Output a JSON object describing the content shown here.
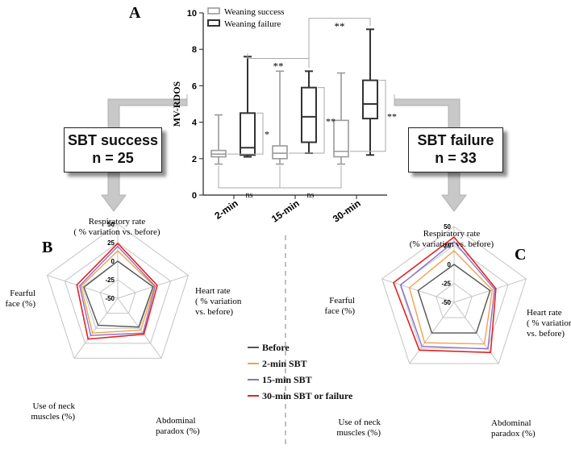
{
  "panels": {
    "a_letter": "A",
    "b_letter": "B",
    "c_letter": "C"
  },
  "sbt_success": {
    "line1": "SBT success",
    "line2": "n = 25"
  },
  "sbt_failure": {
    "line1": "SBT failure",
    "line2": "n = 33"
  },
  "colors": {
    "before": "#555555",
    "two_min": "#f5a04a",
    "fifteen_min": "#8a70c8",
    "thirty_min": "#e52222",
    "success_box": "#9a9a9a",
    "failure_box": "#333333",
    "arrow": "#c8c8c8"
  },
  "chart_data": [
    {
      "type": "box",
      "ylabel": "MV-RDOS",
      "ylim": [
        0,
        10
      ],
      "yticks": [
        0,
        2,
        4,
        6,
        8,
        10
      ],
      "categories": [
        "2-min",
        "15-min",
        "30-min"
      ],
      "series": [
        {
          "name": "Weaning success",
          "boxes": [
            {
              "min": 1.7,
              "q1": 2.1,
              "median": 2.25,
              "q3": 2.45,
              "max": 4.4
            },
            {
              "min": 1.7,
              "q1": 2.0,
              "median": 2.3,
              "q3": 2.7,
              "max": 6.8
            },
            {
              "min": 1.7,
              "q1": 2.1,
              "median": 2.4,
              "q3": 4.1,
              "max": 6.7
            }
          ]
        },
        {
          "name": "Weaning failure",
          "boxes": [
            {
              "min": 2.1,
              "q1": 2.2,
              "median": 2.6,
              "q3": 4.5,
              "max": 7.6
            },
            {
              "min": 2.3,
              "q1": 2.9,
              "median": 4.3,
              "q3": 5.9,
              "max": 6.8
            },
            {
              "min": 2.2,
              "q1": 4.2,
              "median": 5.0,
              "q3": 6.3,
              "max": 9.1
            }
          ]
        }
      ],
      "annotations": [
        {
          "from": "failure-2-min",
          "to": "failure-15-min",
          "label": "**",
          "level": 7.5
        },
        {
          "from": "failure-15-min",
          "to": "failure-30-min",
          "label": "**",
          "level": 9.7
        },
        {
          "from": "success-2-min",
          "to": "success-15-min",
          "label": "ns",
          "level": 1.55
        },
        {
          "from": "success-15-min",
          "to": "success-30-min",
          "label": "ns",
          "level": 1.55
        },
        {
          "group": "2-min",
          "label": "*"
        },
        {
          "group": "15-min",
          "label": "**"
        },
        {
          "group": "30-min",
          "label": "**"
        }
      ]
    },
    {
      "type": "radar",
      "panel": "B",
      "axes": [
        {
          "lines": [
            "Respiratory rate",
            "( % variation vs. before)"
          ]
        },
        {
          "lines": [
            "Heart rate",
            "( % variation",
            "vs. before)"
          ]
        },
        {
          "lines": [
            "Abdominal",
            "paradox (%)"
          ]
        },
        {
          "lines": [
            "Use of neck",
            "muscles (%)"
          ]
        },
        {
          "lines": [
            "Fearful",
            "face (%)"
          ]
        }
      ],
      "rings": [
        -50,
        -25,
        0,
        25,
        50
      ],
      "range": [
        -50,
        50
      ],
      "series": [
        {
          "name": "Before",
          "values": [
            0,
            0,
            -2,
            -5,
            -2
          ]
        },
        {
          "name": "2-min SBT",
          "values": [
            14,
            2,
            3,
            8,
            2
          ]
        },
        {
          "name": "15-min SBT",
          "values": [
            20,
            3,
            8,
            12,
            4
          ]
        },
        {
          "name": "30-min SBT or failure",
          "values": [
            24,
            6,
            10,
            18,
            8
          ]
        }
      ]
    },
    {
      "type": "radar",
      "panel": "C",
      "axes": [
        {
          "lines": [
            "Respiratory rate",
            "(% variation vs. before)"
          ]
        },
        {
          "lines": [
            "Heart rate",
            "( % variation",
            "vs. before)"
          ]
        },
        {
          "lines": [
            "Abdominal",
            "paradox (%)"
          ]
        },
        {
          "lines": [
            "Use of neck",
            "muscles (%)"
          ]
        },
        {
          "lines": [
            "Fearful",
            "face (%)"
          ]
        }
      ],
      "rings": [
        -50,
        -25,
        0,
        25,
        50
      ],
      "range": [
        -50,
        50
      ],
      "series": [
        {
          "name": "Before",
          "values": [
            0,
            0,
            0,
            0,
            0
          ]
        },
        {
          "name": "2-min SBT",
          "values": [
            18,
            3,
            18,
            16,
            12
          ]
        },
        {
          "name": "15-min SBT",
          "values": [
            30,
            6,
            26,
            22,
            24
          ]
        },
        {
          "name": "30-min SBT or failure",
          "values": [
            36,
            8,
            32,
            28,
            34
          ]
        }
      ]
    }
  ]
}
